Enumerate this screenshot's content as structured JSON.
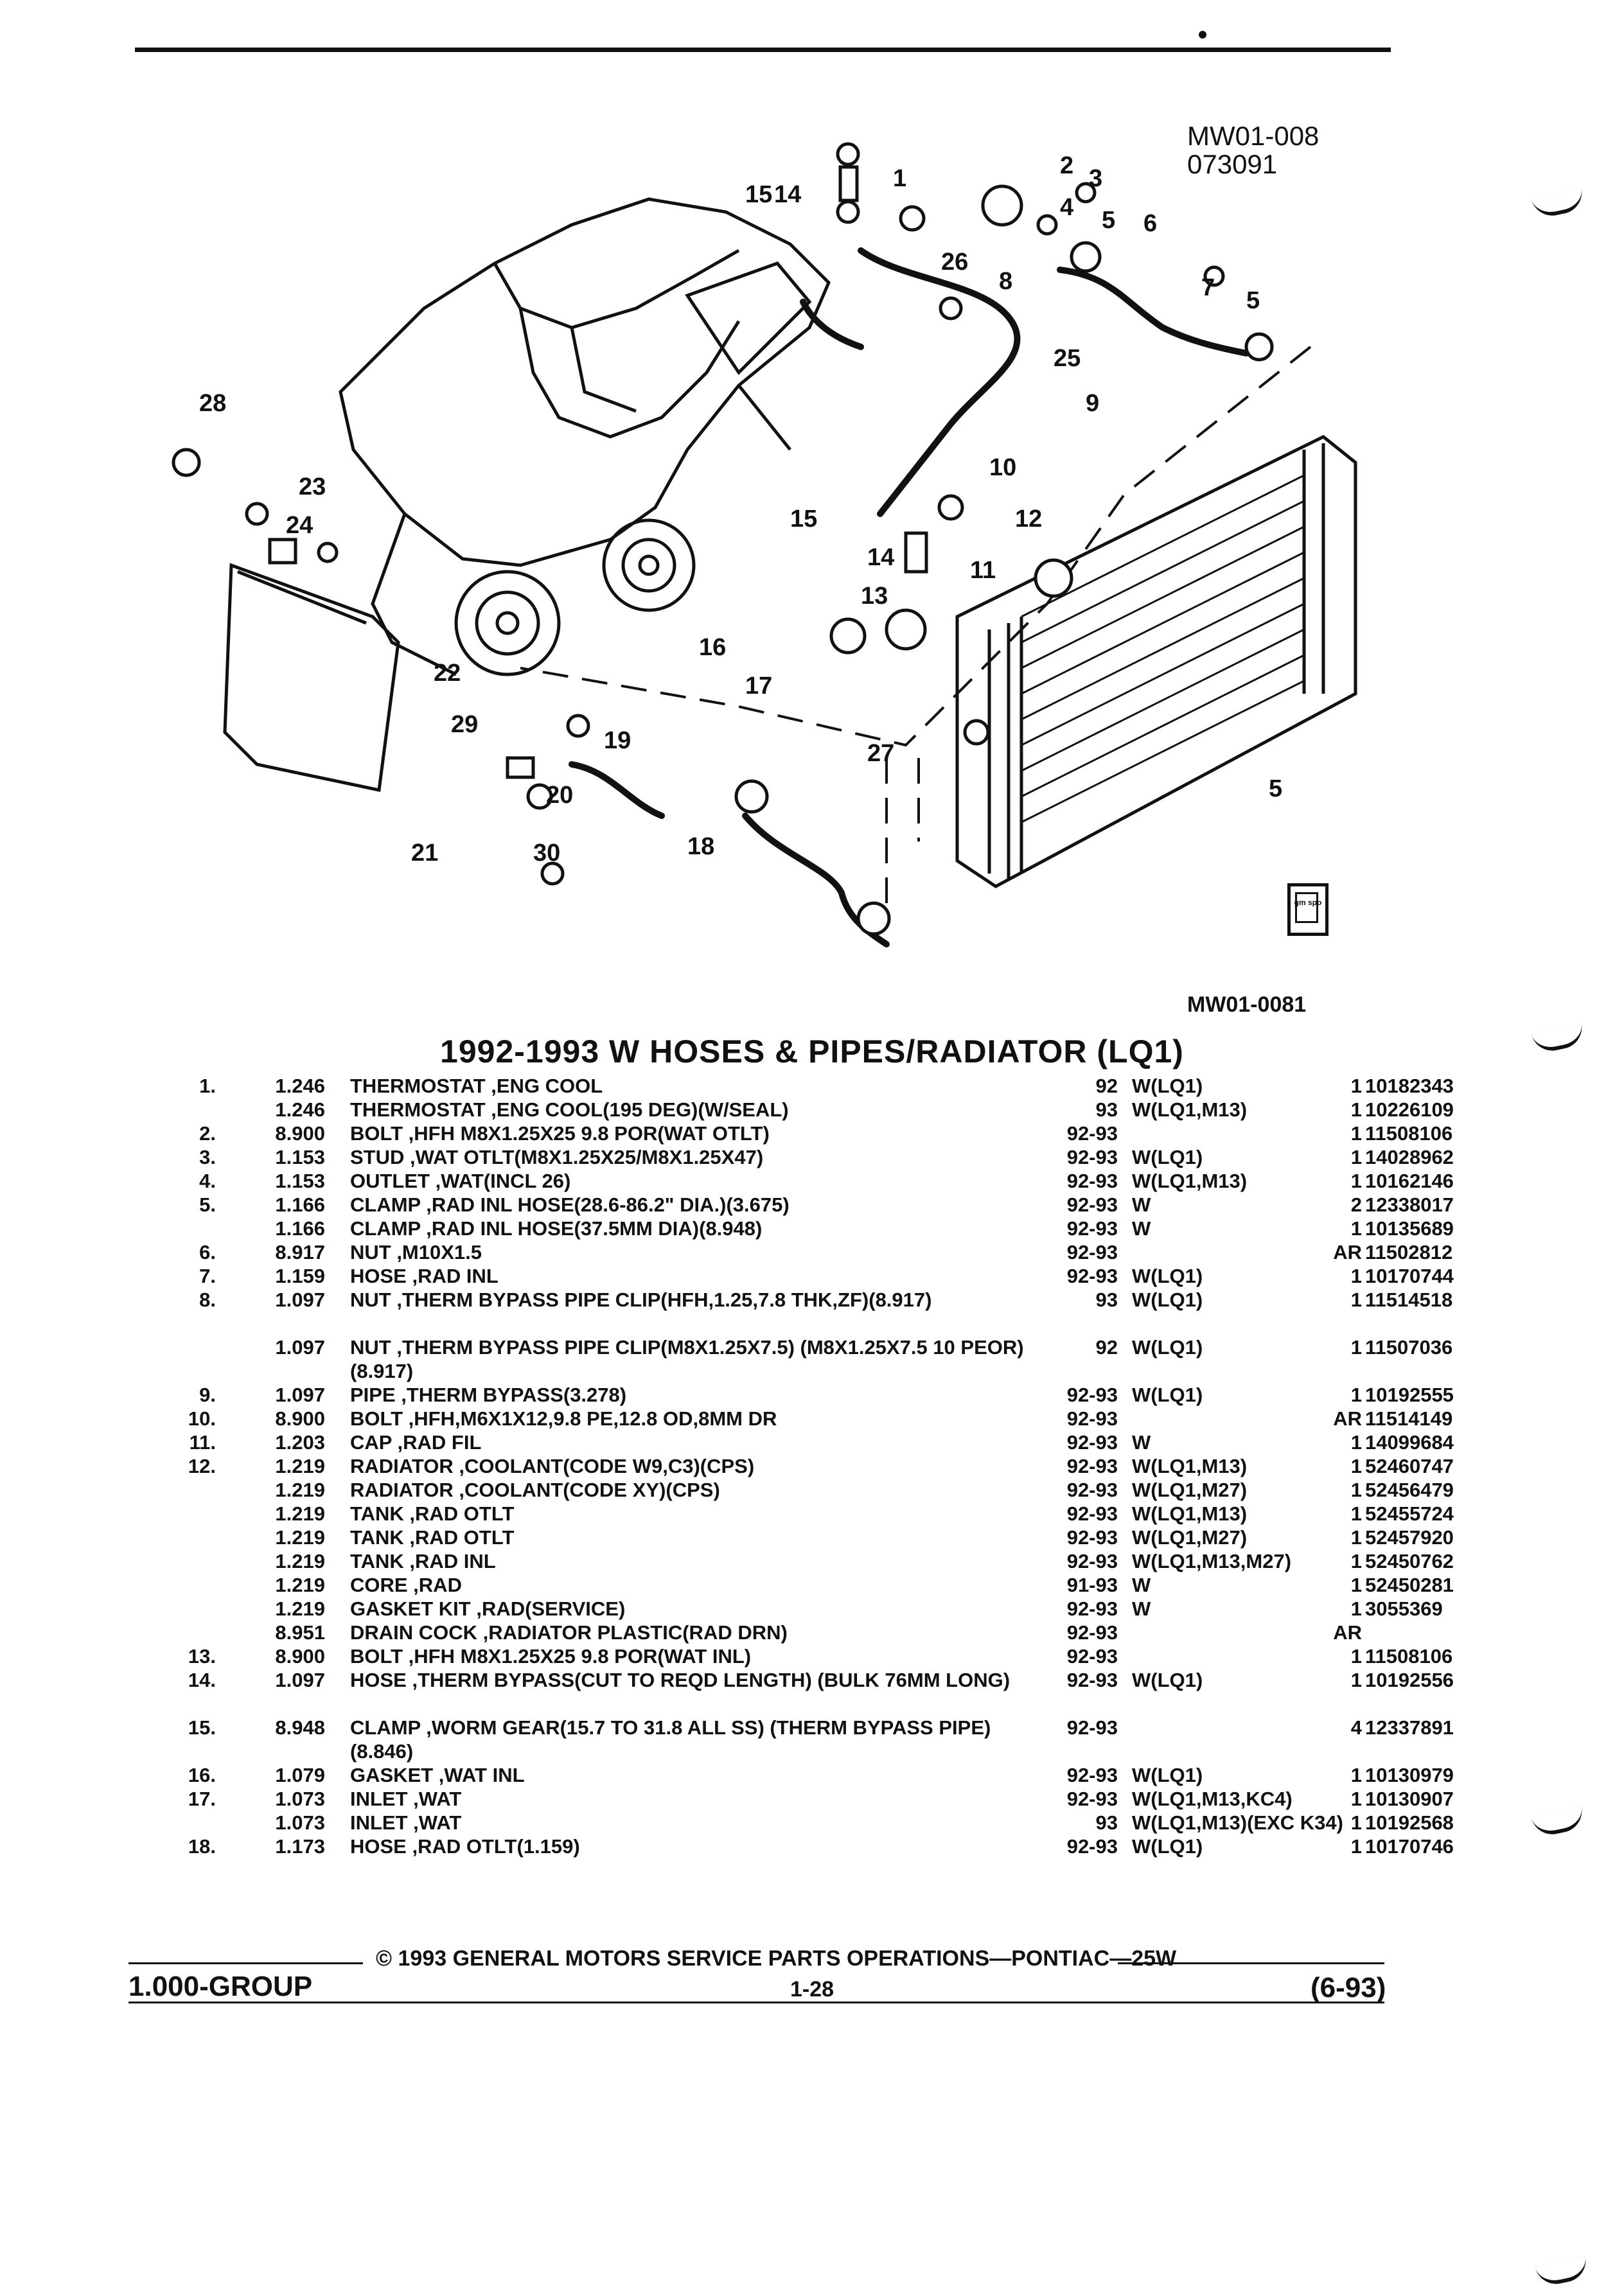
{
  "header": {
    "diagram_code": "MW01-008",
    "date_code": "073091"
  },
  "figure": {
    "code": "MW01-0081",
    "callouts": [
      "1",
      "2",
      "3",
      "4",
      "5",
      "5",
      "5",
      "6",
      "7",
      "8",
      "9",
      "10",
      "11",
      "12",
      "13",
      "14",
      "14",
      "15",
      "15",
      "16",
      "17",
      "18",
      "19",
      "20",
      "21",
      "22",
      "23",
      "24",
      "25",
      "26",
      "27",
      "28",
      "29",
      "30"
    ],
    "catalog_icon_text": "gm spo"
  },
  "title": "1992-1993 W HOSES & PIPES/RADIATOR (LQ1)",
  "parts": [
    {
      "idx": "1.",
      "grp": "1.246",
      "desc": "THERMOSTAT ,ENG COOL",
      "year": "92",
      "model": "W(LQ1)",
      "qty": "1",
      "part": "10182343"
    },
    {
      "idx": "",
      "grp": "1.246",
      "desc": "THERMOSTAT ,ENG COOL(195 DEG)(W/SEAL)",
      "year": "93",
      "model": "W(LQ1,M13)",
      "qty": "1",
      "part": "10226109"
    },
    {
      "idx": "2.",
      "grp": "8.900",
      "desc": "BOLT ,HFH M8X1.25X25 9.8 POR(WAT OTLT)",
      "year": "92-93",
      "model": "",
      "qty": "1",
      "part": "11508106"
    },
    {
      "idx": "3.",
      "grp": "1.153",
      "desc": "STUD ,WAT OTLT(M8X1.25X25/M8X1.25X47)",
      "year": "92-93",
      "model": "W(LQ1)",
      "qty": "1",
      "part": "14028962"
    },
    {
      "idx": "4.",
      "grp": "1.153",
      "desc": "OUTLET ,WAT(INCL 26)",
      "year": "92-93",
      "model": "W(LQ1,M13)",
      "qty": "1",
      "part": "10162146"
    },
    {
      "idx": "5.",
      "grp": "1.166",
      "desc": "CLAMP ,RAD INL HOSE(28.6-86.2\" DIA.)(3.675)",
      "year": "92-93",
      "model": "W",
      "qty": "2",
      "part": "12338017"
    },
    {
      "idx": "",
      "grp": "1.166",
      "desc": "CLAMP ,RAD INL HOSE(37.5MM DIA)(8.948)",
      "year": "92-93",
      "model": "W",
      "qty": "1",
      "part": "10135689"
    },
    {
      "idx": "6.",
      "grp": "8.917",
      "desc": "NUT ,M10X1.5",
      "year": "92-93",
      "model": "",
      "qty": "AR",
      "part": "11502812"
    },
    {
      "idx": "7.",
      "grp": "1.159",
      "desc": "HOSE ,RAD INL",
      "year": "92-93",
      "model": "W(LQ1)",
      "qty": "1",
      "part": "10170744"
    },
    {
      "idx": "8.",
      "grp": "1.097",
      "desc": "NUT ,THERM BYPASS PIPE CLIP(HFH,1.25,7.8 THK,ZF)(8.917)",
      "year": "93",
      "model": "W(LQ1)",
      "qty": "1",
      "part": "11514518"
    },
    {
      "idx": "",
      "grp": "1.097",
      "desc": "NUT ,THERM BYPASS PIPE CLIP(M8X1.25X7.5) (M8X1.25X7.5 10 PEOR)(8.917)",
      "year": "92",
      "model": "W(LQ1)",
      "qty": "1",
      "part": "11507036"
    },
    {
      "idx": "9.",
      "grp": "1.097",
      "desc": "PIPE ,THERM BYPASS(3.278)",
      "year": "92-93",
      "model": "W(LQ1)",
      "qty": "1",
      "part": "10192555"
    },
    {
      "idx": "10.",
      "grp": "8.900",
      "desc": "BOLT ,HFH,M6X1X12,9.8 PE,12.8 OD,8MM DR",
      "year": "92-93",
      "model": "",
      "qty": "AR",
      "part": "11514149"
    },
    {
      "idx": "11.",
      "grp": "1.203",
      "desc": "CAP ,RAD FIL",
      "year": "92-93",
      "model": "W",
      "qty": "1",
      "part": "14099684"
    },
    {
      "idx": "12.",
      "grp": "1.219",
      "desc": "RADIATOR ,COOLANT(CODE W9,C3)(CPS)",
      "year": "92-93",
      "model": "W(LQ1,M13)",
      "qty": "1",
      "part": "52460747"
    },
    {
      "idx": "",
      "grp": "1.219",
      "desc": "RADIATOR ,COOLANT(CODE XY)(CPS)",
      "year": "92-93",
      "model": "W(LQ1,M27)",
      "qty": "1",
      "part": "52456479"
    },
    {
      "idx": "",
      "grp": "1.219",
      "desc": "TANK ,RAD OTLT",
      "year": "92-93",
      "model": "W(LQ1,M13)",
      "qty": "1",
      "part": "52455724"
    },
    {
      "idx": "",
      "grp": "1.219",
      "desc": "TANK ,RAD OTLT",
      "year": "92-93",
      "model": "W(LQ1,M27)",
      "qty": "1",
      "part": "52457920"
    },
    {
      "idx": "",
      "grp": "1.219",
      "desc": "TANK ,RAD INL",
      "year": "92-93",
      "model": "W(LQ1,M13,M27)",
      "qty": "1",
      "part": "52450762"
    },
    {
      "idx": "",
      "grp": "1.219",
      "desc": "CORE ,RAD",
      "year": "91-93",
      "model": "W",
      "qty": "1",
      "part": "52450281"
    },
    {
      "idx": "",
      "grp": "1.219",
      "desc": "GASKET KIT ,RAD(SERVICE)",
      "year": "92-93",
      "model": "W",
      "qty": "1",
      "part": "3055369"
    },
    {
      "idx": "",
      "grp": "8.951",
      "desc": "DRAIN COCK ,RADIATOR PLASTIC(RAD DRN)",
      "year": "92-93",
      "model": "",
      "qty": "AR",
      "part": ""
    },
    {
      "idx": "13.",
      "grp": "8.900",
      "desc": "BOLT ,HFH M8X1.25X25 9.8 POR(WAT INL)",
      "year": "92-93",
      "model": "",
      "qty": "1",
      "part": "11508106"
    },
    {
      "idx": "14.",
      "grp": "1.097",
      "desc": "HOSE ,THERM BYPASS(CUT TO REQD LENGTH) (BULK 76MM LONG)",
      "year": "92-93",
      "model": "W(LQ1)",
      "qty": "1",
      "part": "10192556"
    },
    {
      "idx": "15.",
      "grp": "8.948",
      "desc": "CLAMP ,WORM GEAR(15.7 TO 31.8 ALL SS) (THERM BYPASS PIPE)(8.846)",
      "year": "92-93",
      "model": "",
      "qty": "4",
      "part": "12337891"
    },
    {
      "idx": "16.",
      "grp": "1.079",
      "desc": "GASKET ,WAT INL",
      "year": "92-93",
      "model": "W(LQ1)",
      "qty": "1",
      "part": "10130979"
    },
    {
      "idx": "17.",
      "grp": "1.073",
      "desc": "INLET ,WAT",
      "year": "92-93",
      "model": "W(LQ1,M13,KC4)",
      "qty": "1",
      "part": "10130907"
    },
    {
      "idx": "",
      "grp": "1.073",
      "desc": "INLET ,WAT",
      "year": "93",
      "model": "W(LQ1,M13)(EXC K34)",
      "qty": "1",
      "part": "10192568"
    },
    {
      "idx": "18.",
      "grp": "1.173",
      "desc": "HOSE ,RAD OTLT(1.159)",
      "year": "92-93",
      "model": "W(LQ1)",
      "qty": "1",
      "part": "10170746"
    }
  ],
  "footer": {
    "copyright": "© 1993 GENERAL MOTORS SERVICE PARTS OPERATIONS—PONTIAC—25W",
    "group": "1.000-GROUP",
    "page": "1-28",
    "date": "(6-93)"
  }
}
